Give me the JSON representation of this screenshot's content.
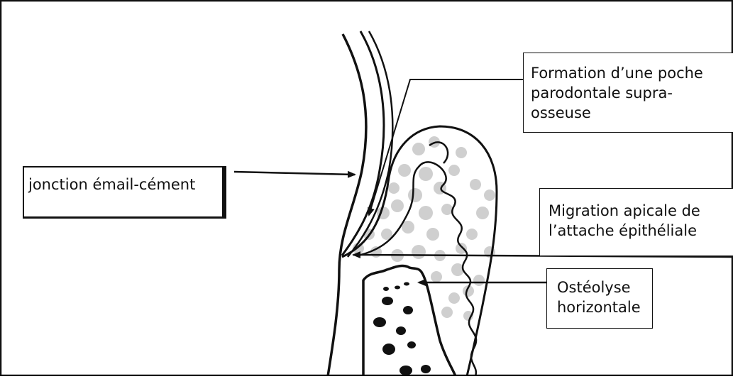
{
  "labels": {
    "jonction": "jonction émail-cément",
    "poche": "Formation d’une poche\nparodontale supra-\nosseuse",
    "migration": "Migration apicale de\nl’attache épithéliale",
    "osteolyse": "Ostéolyse\nhorizontale"
  }
}
